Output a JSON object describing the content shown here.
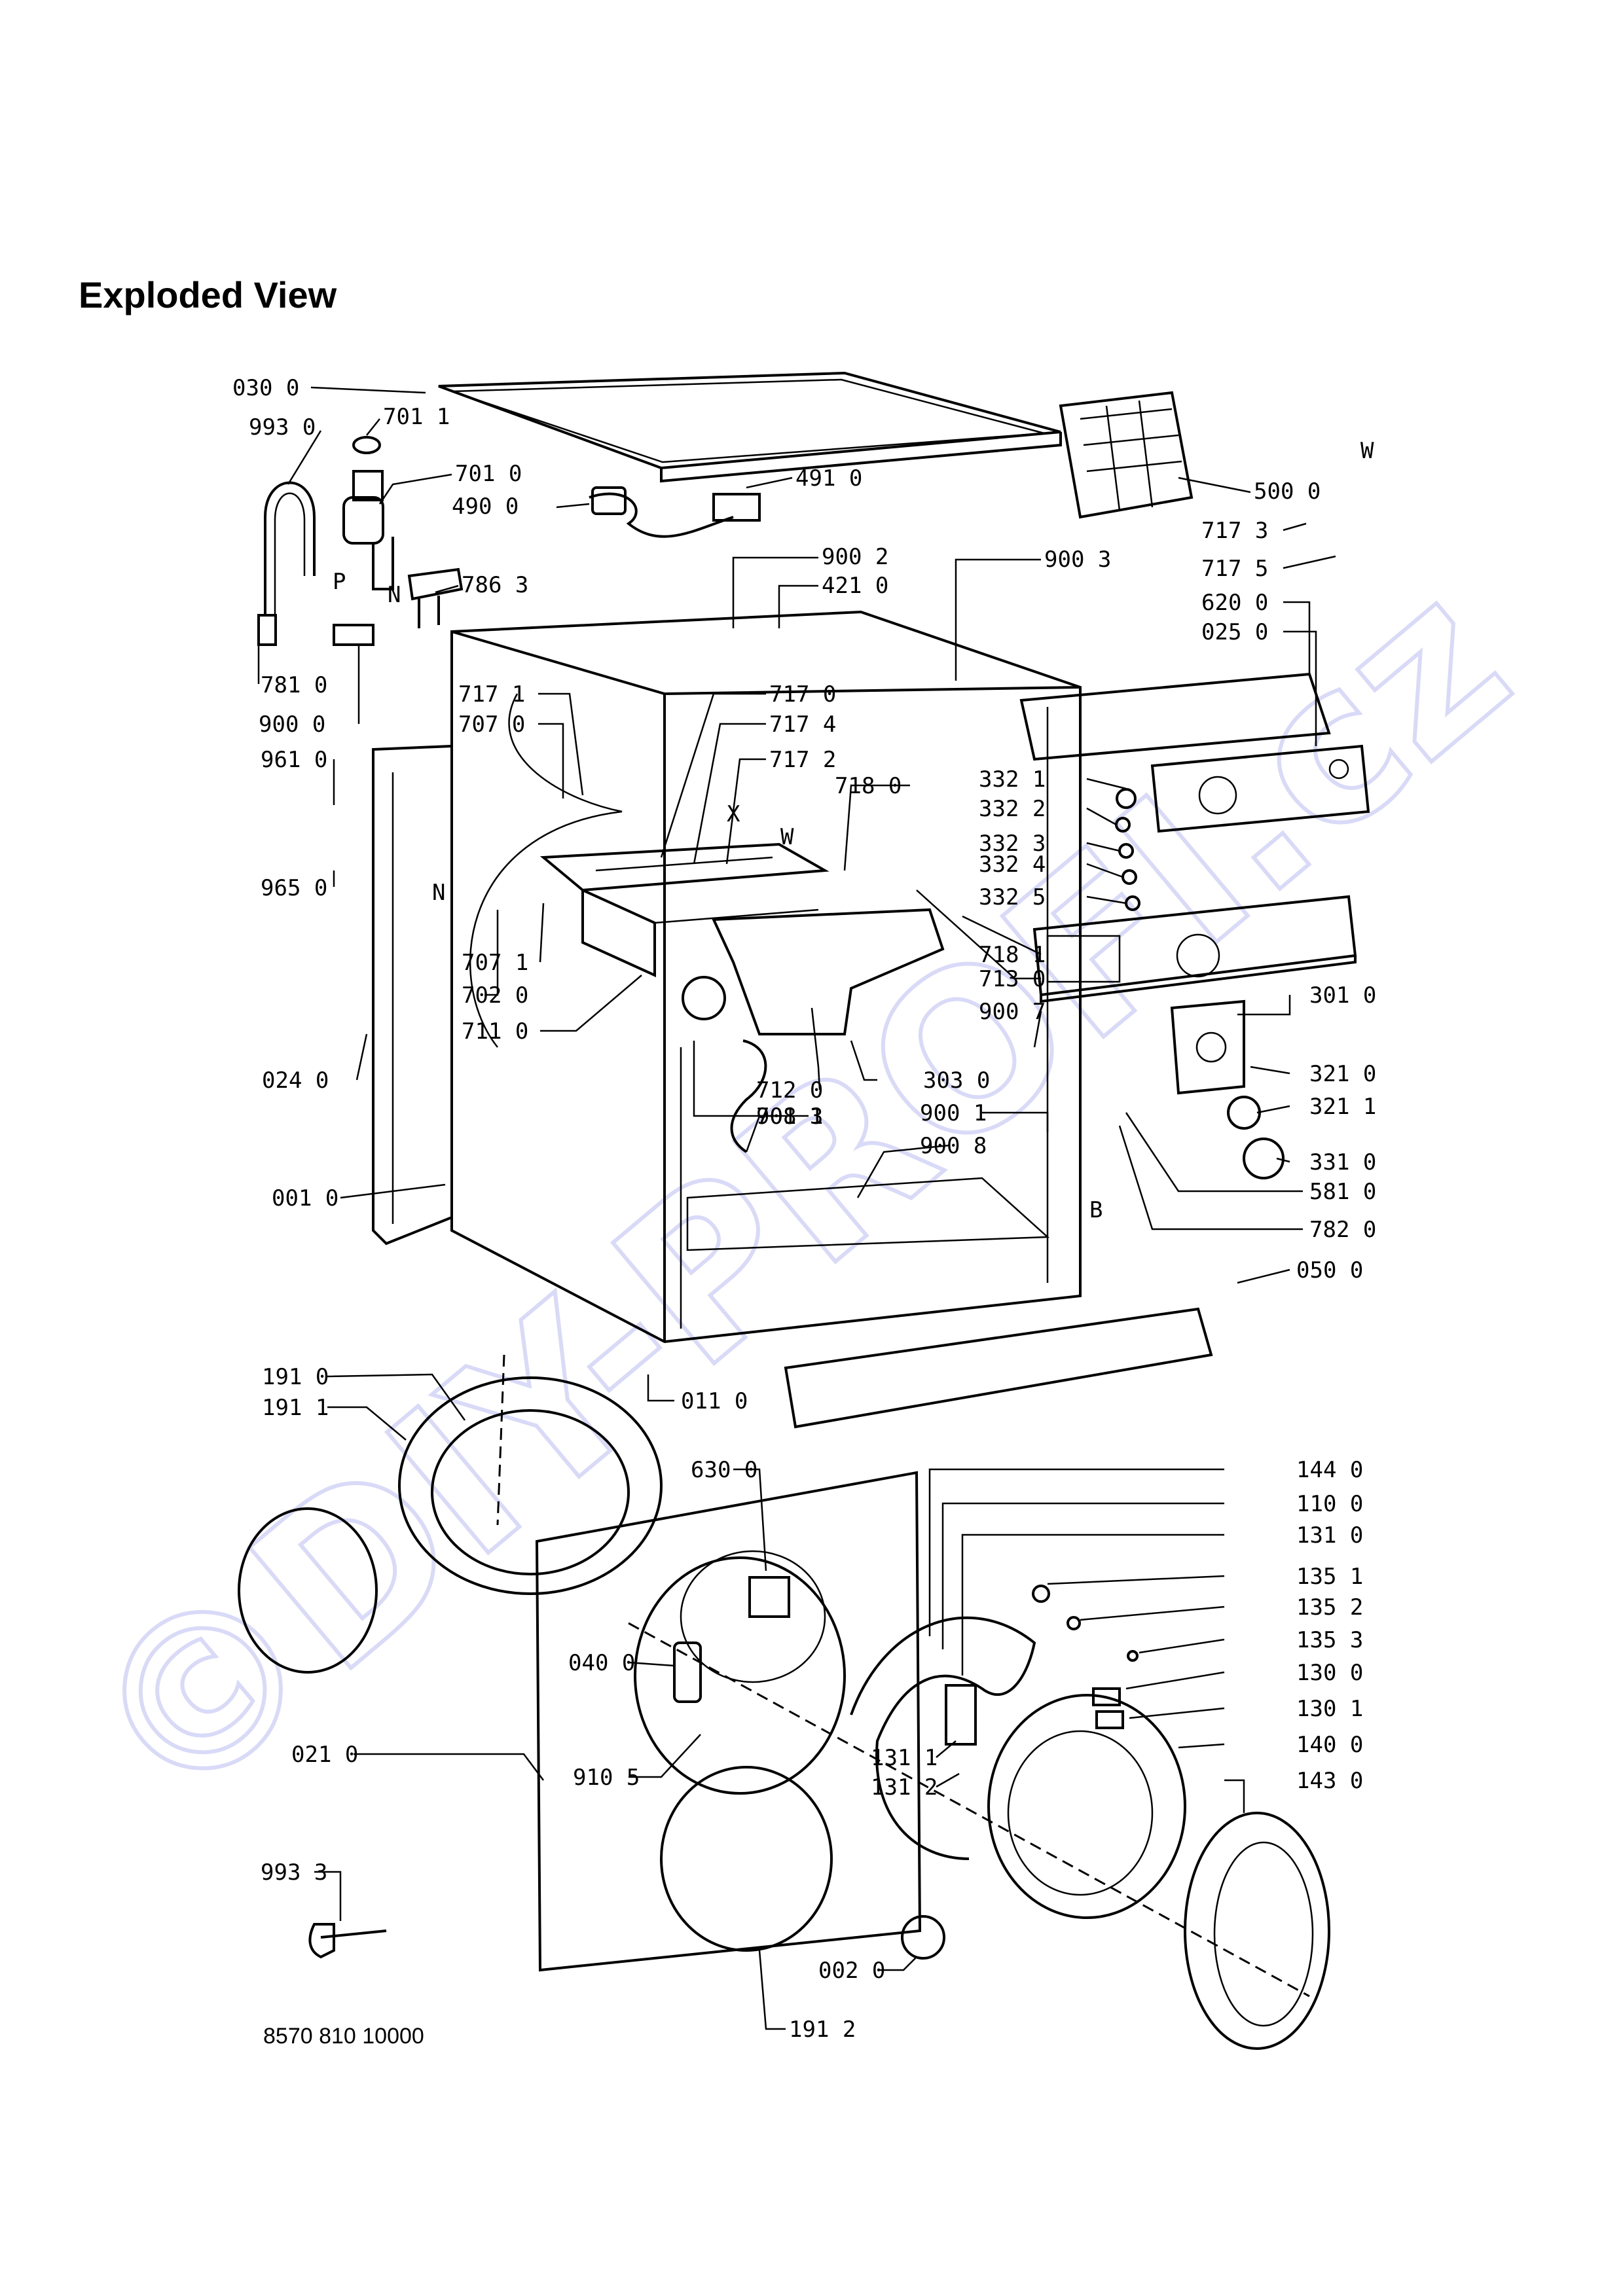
{
  "title": "Exploded View",
  "watermark": "©DIY-PROFI.cz",
  "drawing_number": "8570 810 10000",
  "colors": {
    "line": "#000000",
    "watermark": "#d8daf7",
    "background": "#ffffff"
  },
  "callouts": [
    "030 0",
    "993 0",
    "701 1",
    "701 0",
    "490 0",
    "491 0",
    "786 3",
    "781 0",
    "900 0",
    "900 2",
    "421 0",
    "900 3",
    "500 0",
    "717 3",
    "717 5",
    "620 0",
    "025 0",
    "717 1",
    "707 0",
    "717 0",
    "717 4",
    "717 2",
    "961 0",
    "965 0",
    "718 0",
    "332 1",
    "332 2",
    "332 3",
    "332 4",
    "332 5",
    "718 1",
    "713 0",
    "900 7",
    "707 1",
    "702 0",
    "711 0",
    "024 0",
    "712 0",
    "708 1",
    "303 0",
    "301 0",
    "321 0",
    "321 1",
    "900 1",
    "901 3",
    "900 8",
    "331 0",
    "581 0",
    "782 0",
    "001 0",
    "050 0",
    "191 0",
    "191 1",
    "011 0",
    "630 0",
    "144 0",
    "110 0",
    "131 0",
    "135 1",
    "135 2",
    "135 3",
    "040 0",
    "130 0",
    "130 1",
    "140 0",
    "021 0",
    "910 5",
    "131 1",
    "131 2",
    "143 0",
    "993 3",
    "002 0",
    "191 2"
  ],
  "markers": [
    "P",
    "N",
    "N",
    "X",
    "W",
    "W",
    "B"
  ]
}
